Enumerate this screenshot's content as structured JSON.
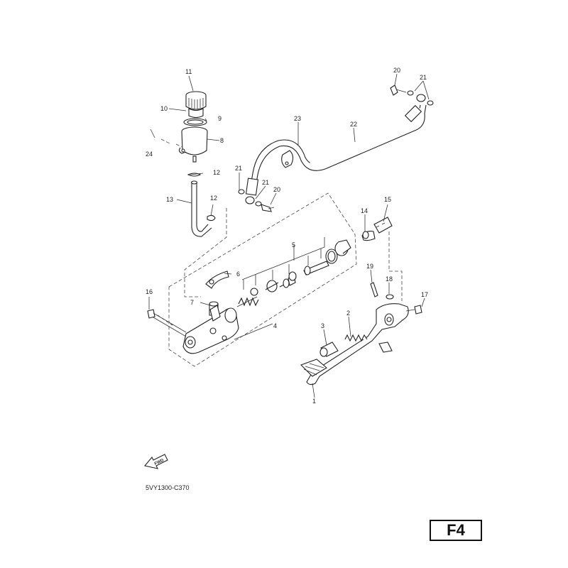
{
  "callouts": [
    "1",
    "2",
    "3",
    "4",
    "5",
    "6",
    "7",
    "8",
    "9",
    "10",
    "11",
    "12",
    "12",
    "13",
    "14",
    "15",
    "16",
    "17",
    "18",
    "19",
    "20",
    "20",
    "21",
    "21",
    "21",
    "22",
    "23",
    "24"
  ],
  "fwd_label": "FWD",
  "drawing_code": "5VY1300-C370",
  "page_label": "F4"
}
